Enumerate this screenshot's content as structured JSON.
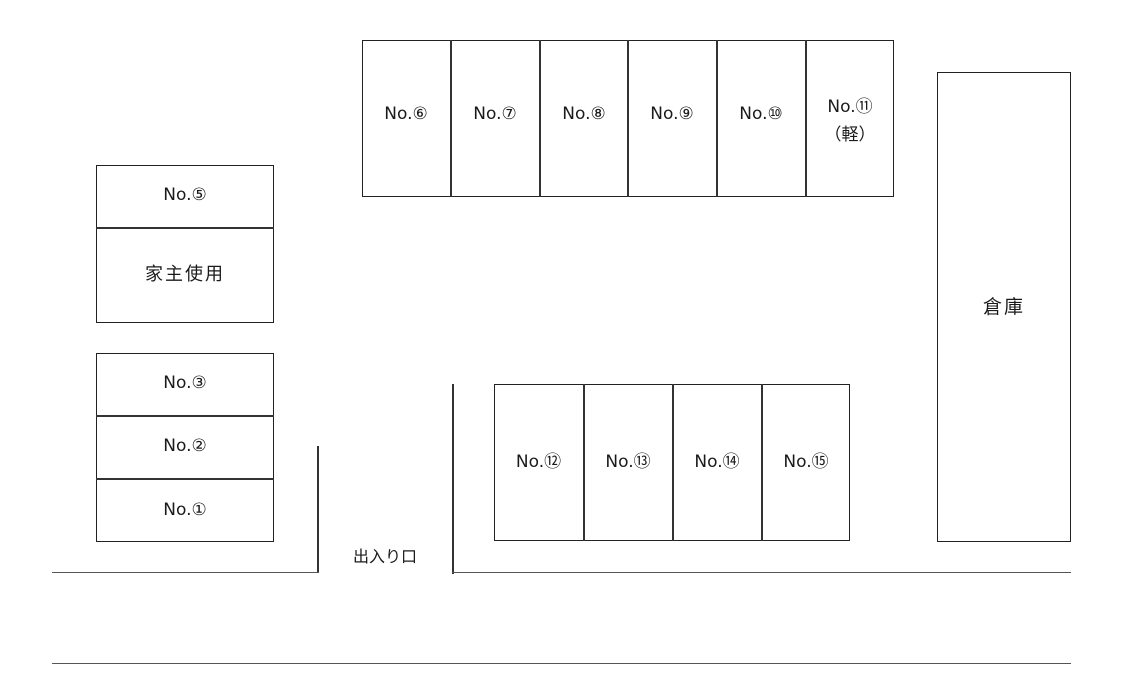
{
  "spaces": {
    "s1": "No.①",
    "s2": "No.②",
    "s3": "No.③",
    "s5": "No.⑤",
    "s6": "No.⑥",
    "s7": "No.⑦",
    "s8": "No.⑧",
    "s9": "No.⑨",
    "s10": "No.⑩",
    "s11": "No.⑪",
    "s11_note": "（軽）",
    "s12": "No.⑫",
    "s13": "No.⑬",
    "s14": "No.⑭",
    "s15": "No.⑮"
  },
  "areas": {
    "owner_use": "家主使用",
    "warehouse": "倉庫",
    "entrance": "出入り口"
  }
}
